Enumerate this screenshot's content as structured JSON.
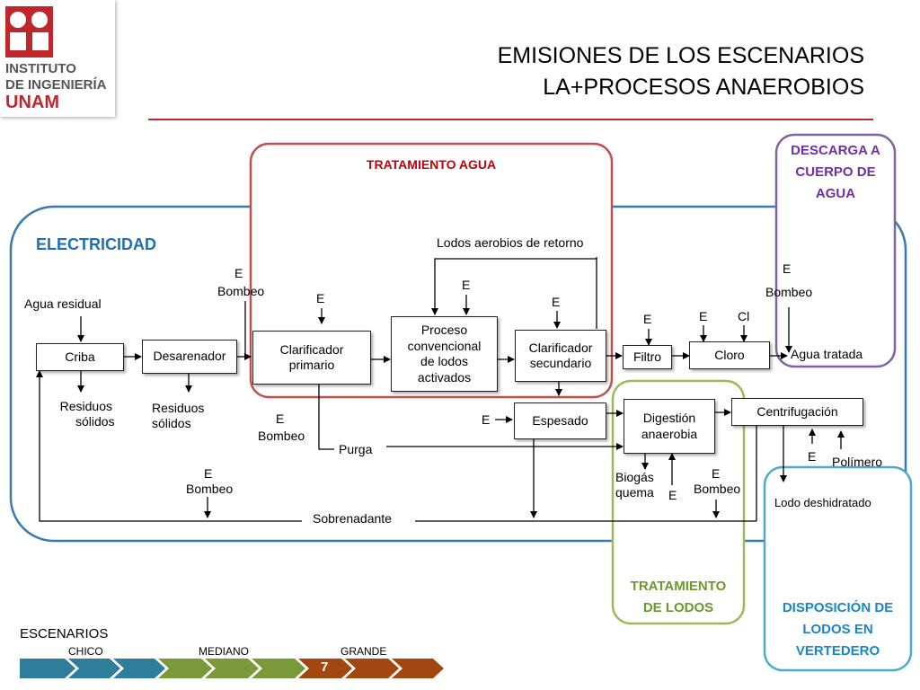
{
  "logo": {
    "line1": "INSTITUTO",
    "line2": "DE INGENIERÍA",
    "line3": "UNAM"
  },
  "title": {
    "line1": "EMISIONES DE LOS ESCENARIOS",
    "line2": "LA+PROCESOS ANAEROBIOS"
  },
  "groups": {
    "electricidad": "ELECTRICIDAD",
    "tratamiento_agua": "TRATAMIENTO AGUA",
    "descarga": [
      "DESCARGA A",
      "CUERPO DE",
      "AGUA"
    ],
    "tratamiento_lodos": [
      "TRATAMIENTO",
      "DE LODOS"
    ],
    "disposicion": [
      "DISPOSICIÓN DE",
      "LODOS EN",
      "VERTEDERO"
    ]
  },
  "boxes": {
    "criba": "Criba",
    "desarenador": "Desarenador",
    "clarificador_primario": [
      "Clarificador",
      "primario"
    ],
    "proceso": [
      "Proceso",
      "convencional",
      "de lodos",
      "activados"
    ],
    "clarificador_secundario": [
      "Clarificador",
      "secundario"
    ],
    "filtro": "Filtro",
    "cloro": "Cloro",
    "espesado": "Espesado",
    "digestion": [
      "Digestión",
      "anaerobia"
    ],
    "centrifugacion": "Centrifugación"
  },
  "labels": {
    "agua_residual": "Agua residual",
    "residuos1": [
      "Residuos",
      "sólidos"
    ],
    "residuos2": [
      "Residuos",
      "sólidos"
    ],
    "lodos_retorno": "Lodos aerobios de retorno",
    "agua_tratada": "Agua tratada",
    "purga": "Purga",
    "sobrenadante": "Sobrenadante",
    "biogas": [
      "Biogás",
      "quema"
    ],
    "lodo_deshidratado": "Lodo deshidratado",
    "polimero": "Polímero",
    "e": "E",
    "bombeo": "Bombeo",
    "cl": "Cl"
  },
  "footer": {
    "escenarios": "ESCENARIOS",
    "chico": "CHICO",
    "mediano": "MEDIANO",
    "grande": "GRANDE",
    "page": "7"
  },
  "colors": {
    "red": "#c0392b",
    "blue": "#3a78b5",
    "purple": "#7b55a5",
    "green": "#8db352",
    "cyan": "#4aa8c8",
    "teal_arrow": "#2e7d9a",
    "green_arrow": "#7a9a3a",
    "brown_arrow": "#a2470f"
  }
}
